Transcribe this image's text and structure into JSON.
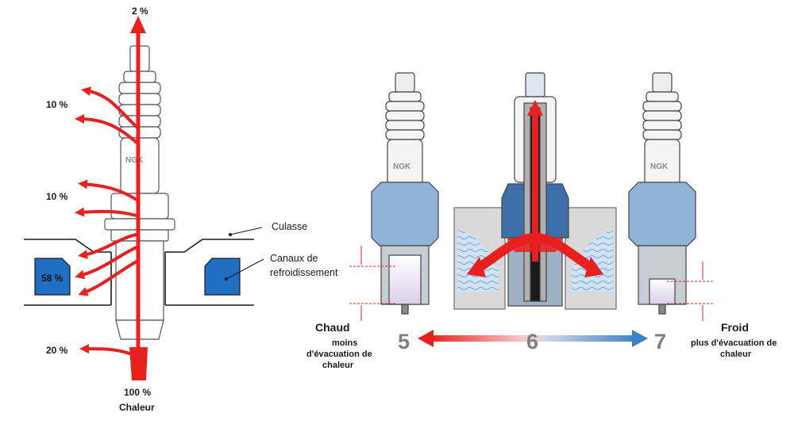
{
  "left_diagram": {
    "pct_top": "2 %",
    "pct_upper": "10 %",
    "pct_middle": "10 %",
    "pct_channel": "58 %",
    "pct_bottom": "20 %",
    "total_value": "100 %",
    "total_label": "Chaleur",
    "cylinder_head": "Culasse",
    "cooling_line1": "Canaux de",
    "cooling_line2": "refroidissement",
    "plug_logo": "NGK"
  },
  "right_diagram": {
    "brand": "NGK",
    "hot_number": "5",
    "mid_number": "6",
    "cold_number": "7",
    "hot_title": "Chaud",
    "hot_desc_line1": "moins",
    "hot_desc_line2": "d'évacuation de",
    "hot_desc_line3": "chaleur",
    "cold_title": "Froid",
    "cold_desc_line1": "plus d'évacuation de",
    "cold_desc_line2": "chaleur"
  },
  "colors": {
    "heat_red": "#e8201e",
    "cooling_blue": "#1f6fc4",
    "cold_blue": "#3b82c4",
    "outline": "#1a1a1a"
  }
}
